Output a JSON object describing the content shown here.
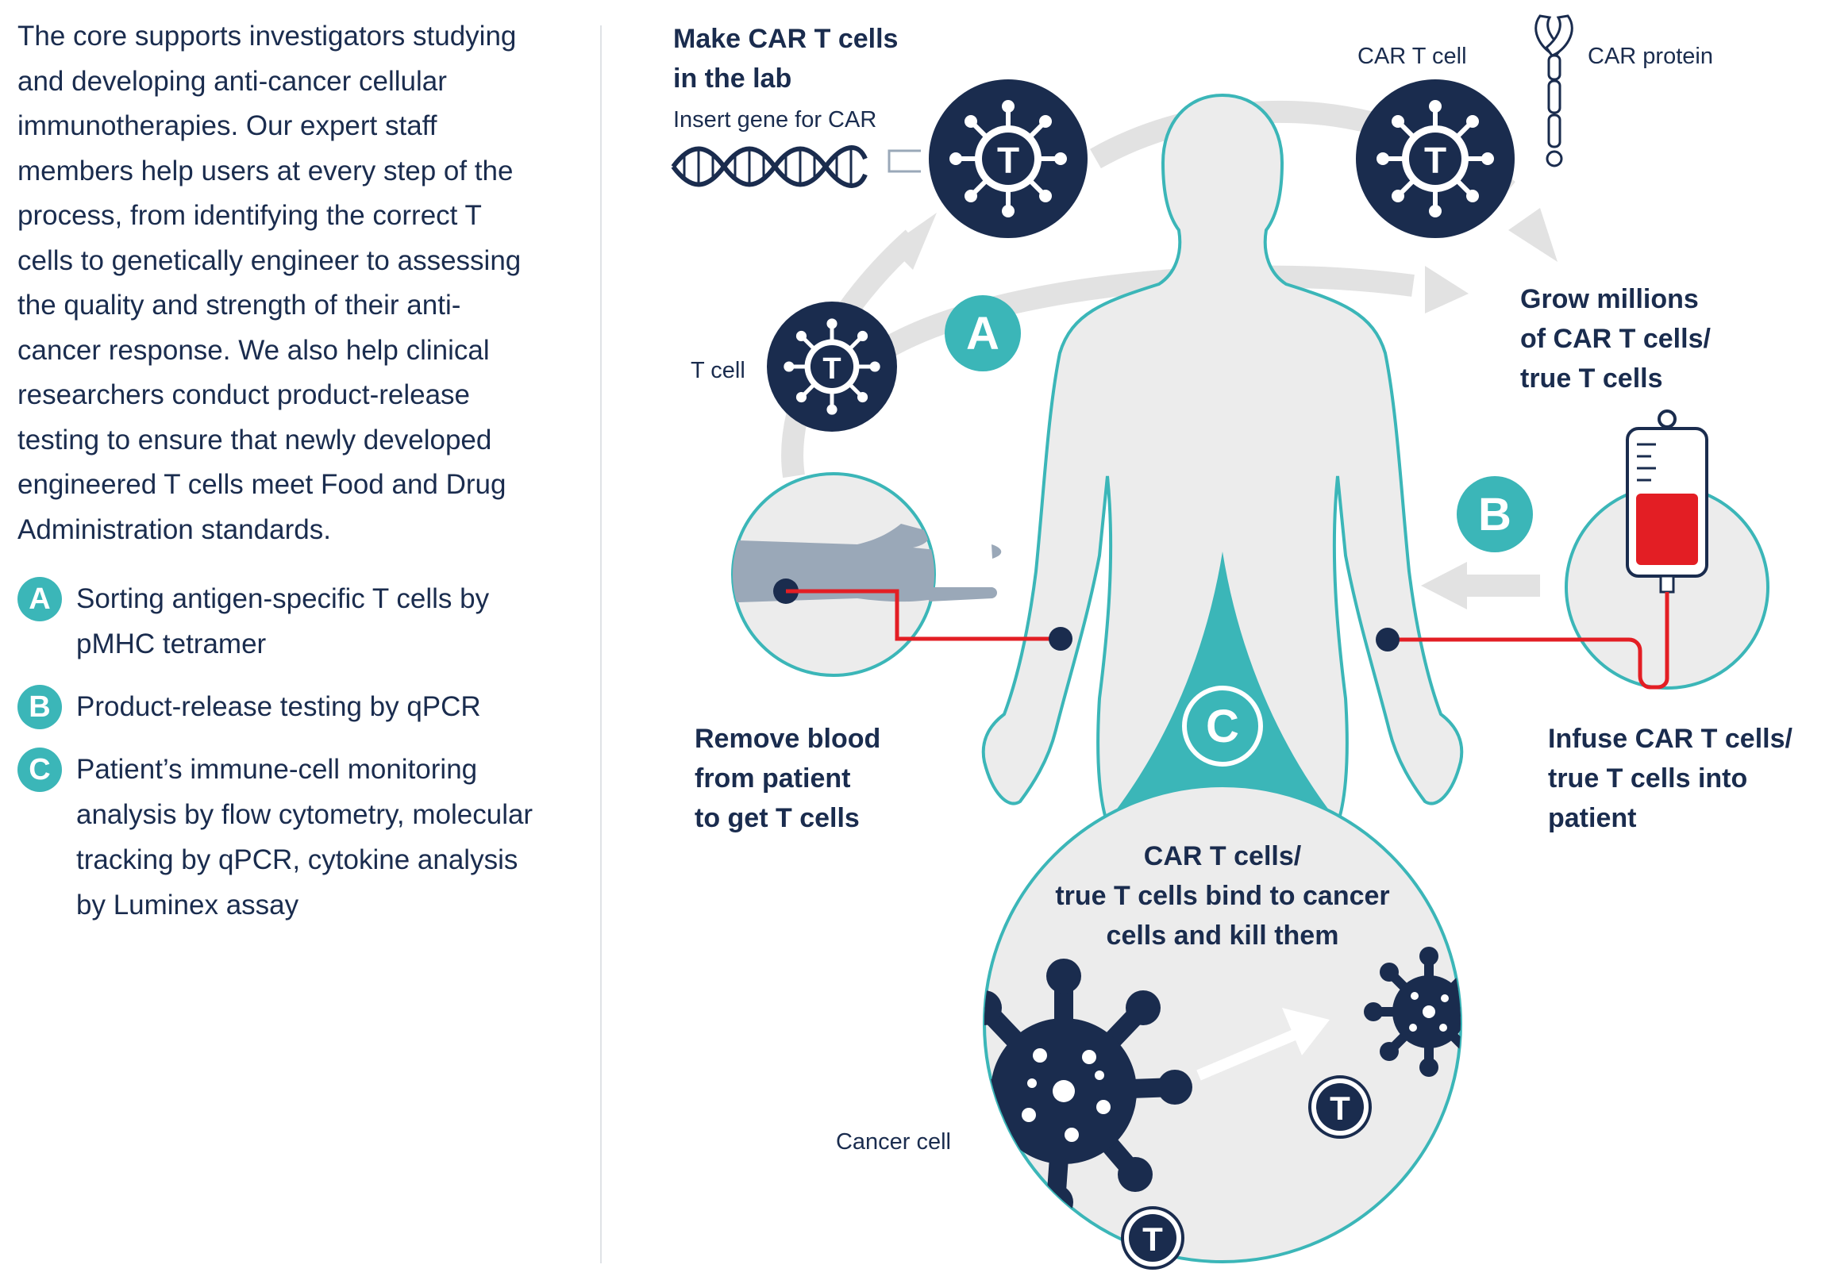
{
  "intro_text": "The core supports investigators studying and developing anti-cancer cellular immunotherapies. Our expert staff members help users at every step of the process, from identifying the correct T cells to genetically engineer to assessing the quality and strength of their anti-cancer response. We also help clinical researchers conduct product-release testing to ensure that newly developed engineered T cells meet Food and Drug Administration standards.",
  "legend": [
    {
      "badge": "A",
      "text": "Sorting antigen-specific T cells by pMHC tetramer"
    },
    {
      "badge": "B",
      "text": "Product-release testing by qPCR"
    },
    {
      "badge": "C",
      "text": "Patient’s immune-cell monitoring analysis by flow cytometry, molecular tracking by qPCR, cytokine analysis by Luminex assay"
    }
  ],
  "diagram": {
    "make_car": [
      "Make CAR T cells",
      "in the lab"
    ],
    "insert_gene": "Insert gene for CAR",
    "car_t_cell": "CAR T cell",
    "car_protein": "CAR protein",
    "grow": [
      "Grow millions",
      "of CAR T cells/",
      "true T cells"
    ],
    "t_cell": "T cell",
    "remove_blood": [
      "Remove blood",
      "from patient",
      "to get T cells"
    ],
    "infuse": [
      "Infuse CAR T cells/",
      "true T cells into",
      "patient"
    ],
    "bind": [
      "CAR T cells/",
      "true T cells bind to cancer",
      "cells and kill them"
    ],
    "cancer_cell": "Cancer cell",
    "badge_a": "A",
    "badge_b": "B",
    "badge_c": "C",
    "t_letter": "T"
  },
  "colors": {
    "navy": "#1a2c4e",
    "teal": "#3bb6b8",
    "red": "#e31e24",
    "body_fill": "#ececec",
    "arm_gray": "#9aa8b8",
    "arrow_gray": "#e2e2e2"
  }
}
